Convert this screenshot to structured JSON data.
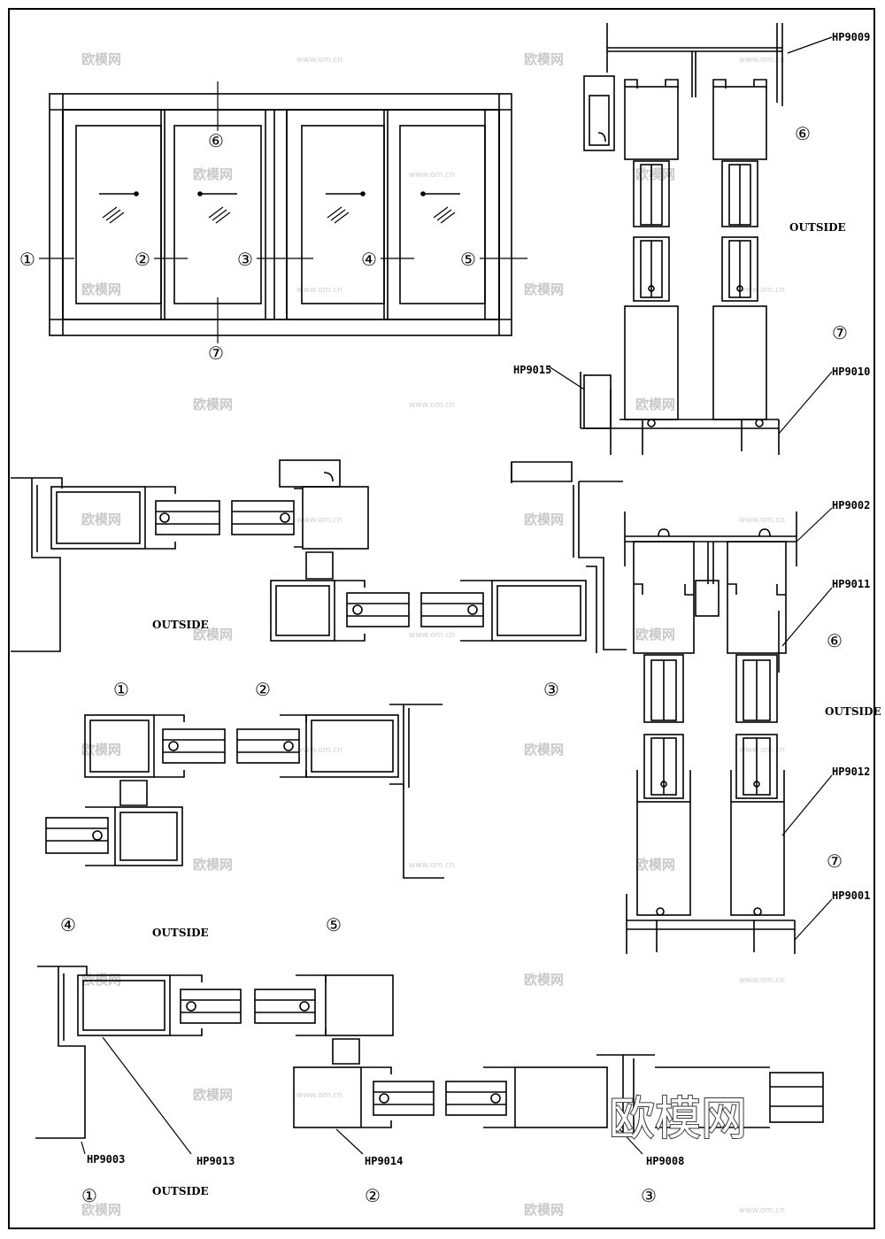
{
  "elevation": {
    "callouts": [
      "①",
      "②",
      "③",
      "④",
      "⑤",
      "⑥",
      "⑦"
    ]
  },
  "vertical_sections": {
    "upper": {
      "callouts": [
        "⑥",
        "⑦"
      ],
      "outside_label": "OUTSIDE",
      "codes": [
        "HP9009",
        "HP9015",
        "HP9010"
      ]
    },
    "lower": {
      "callouts": [
        "⑥",
        "⑦"
      ],
      "outside_label": "OUTSIDE",
      "codes": [
        "HP9002",
        "HP9011",
        "HP9012",
        "HP9001"
      ]
    }
  },
  "horizontal_sections": {
    "row1": {
      "callouts": [
        "①",
        "②",
        "③"
      ],
      "outside_label": "OUTSIDE"
    },
    "row2": {
      "callouts": [
        "④",
        "⑤"
      ],
      "outside_label": "OUTSIDE"
    },
    "row3": {
      "callouts": [
        "①",
        "②",
        "③"
      ],
      "outside_label": "OUTSIDE",
      "codes": [
        "HP9003",
        "HP9013",
        "HP9014",
        "HP9008"
      ]
    }
  },
  "watermark": {
    "brand": "欧模网",
    "site": "www.om.cn"
  }
}
